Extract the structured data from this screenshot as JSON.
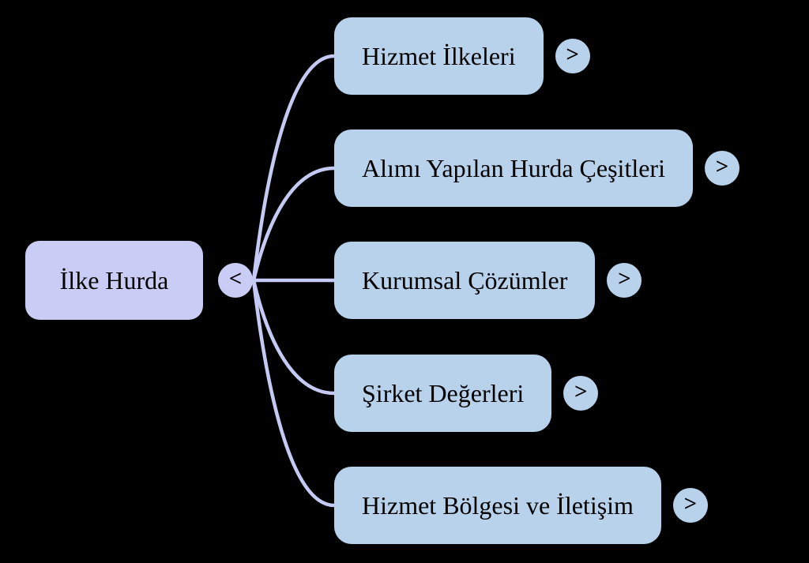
{
  "diagram": {
    "type": "mindmap",
    "root": {
      "label": "İlke Hurda",
      "toggle_symbol": "<"
    },
    "children": [
      {
        "label": "Hizmet İlkeleri",
        "toggle_symbol": ">"
      },
      {
        "label": "Alımı Yapılan Hurda Çeşitleri",
        "toggle_symbol": ">"
      },
      {
        "label": "Kurumsal Çözümler",
        "toggle_symbol": ">"
      },
      {
        "label": "Şirket Değerleri",
        "toggle_symbol": ">"
      },
      {
        "label": "Hizmet Bölgesi ve İletişim",
        "toggle_symbol": ">"
      }
    ],
    "colors": {
      "background": "#000000",
      "root_fill": "#c9cdf5",
      "child_fill": "#b8d2ec",
      "connector": "#c4caf4",
      "text": "#000000"
    }
  }
}
